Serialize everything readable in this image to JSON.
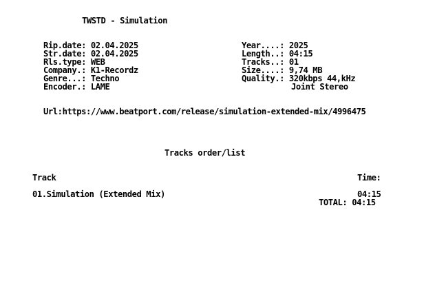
{
  "header": {
    "title": "TWSTD - Simulation"
  },
  "info_left": [
    {
      "label": "Rip.date: ",
      "value": "02.04.2025"
    },
    {
      "label": "Str.date: ",
      "value": "02.04.2025"
    },
    {
      "label": "Rls.type: ",
      "value": "WEB"
    },
    {
      "label": "Company.: ",
      "value": "K1-Recordz"
    },
    {
      "label": "Genre...: ",
      "value": "Techno"
    },
    {
      "label": "Encoder.: ",
      "value": "LAME"
    }
  ],
  "info_right": [
    {
      "label": "Year....: ",
      "value": "2025"
    },
    {
      "label": "Length..: ",
      "value": "04:15"
    },
    {
      "label": "Tracks..: ",
      "value": "01"
    },
    {
      "label": "Size....: ",
      "value": "9,74 MB"
    },
    {
      "label": "Quality.: ",
      "value": "320kbps 44,kHz"
    }
  ],
  "quality_extra": "Joint Stereo",
  "url": {
    "label": "Url:",
    "value": "https://www.beatport.com/release/simulation-extended-mix/4996475"
  },
  "tracks_section": {
    "title": "Tracks order/list",
    "col_track": "Track",
    "col_time": "Time:",
    "items": [
      {
        "name": "01.Simulation (Extended Mix)",
        "time": "04:15"
      }
    ],
    "total_label": "TOTAL: ",
    "total_value": "04:15"
  }
}
